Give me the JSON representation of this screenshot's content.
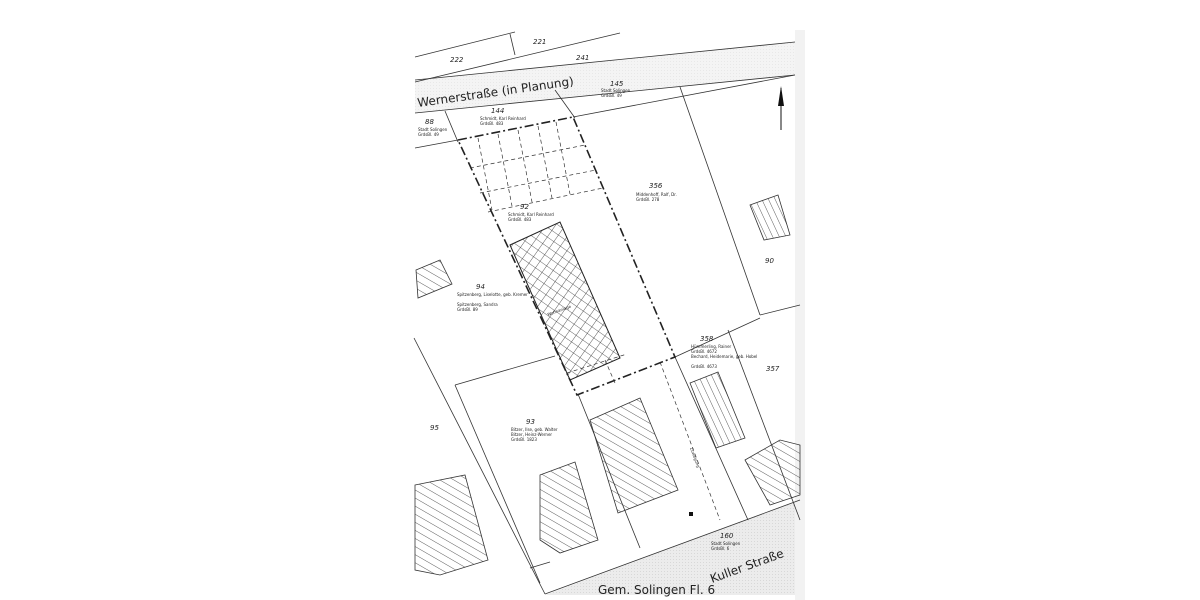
{
  "map": {
    "sheet_label": "Gem. Solingen Fl. 6",
    "streets": {
      "north": "Wernerstraße (in Planung)",
      "south": "Kuller Straße"
    },
    "north_arrow": "north-arrow-icon",
    "parcels": [
      {
        "id": "222"
      },
      {
        "id": "221"
      },
      {
        "id": "241"
      },
      {
        "id": "145",
        "owner": "Stadt Solingen",
        "ref": "GrdsBl. 49"
      },
      {
        "id": "88",
        "owner": "Stadt Solingen",
        "ref": "GrdsBl. 49"
      },
      {
        "id": "144",
        "owner": "Schmidt, Karl Reinhard",
        "ref": "GrdsBl. 483"
      },
      {
        "id": "92",
        "owner": "Schmidt, Karl Reinhard",
        "ref": "GrdsBl. 483"
      },
      {
        "id": "356",
        "owner": "Middenhoff, Ralf, Dr.",
        "ref": "GrdsBl. 278"
      },
      {
        "id": "94",
        "owner": "Spitzenberg, Liselotte, geb. Kremer",
        "owner2": "Spitzenberg, Sandra",
        "ref": "GrdsBl. 89"
      },
      {
        "id": "90"
      },
      {
        "id": "358",
        "owner": "Hümmerling, Rainer",
        "ref": "GrdsBl. 4672",
        "owner2": "Bechard, Heidemarie, geb. Hobel",
        "ref2": "GrdsBl. 4673"
      },
      {
        "id": "357"
      },
      {
        "id": "95"
      },
      {
        "id": "93",
        "owner": "Bitzer, Ilse, geb. Walter",
        "owner2": "Bitzer, Heinz-Werner",
        "ref": "GrdsBl. 1823"
      },
      {
        "id": "160",
        "owner": "Stadt Solingen",
        "ref": "GrdsBl. 6"
      }
    ],
    "annotations": {
      "driveway": "Zuwegung",
      "building_label": "Wohnanlage"
    }
  }
}
